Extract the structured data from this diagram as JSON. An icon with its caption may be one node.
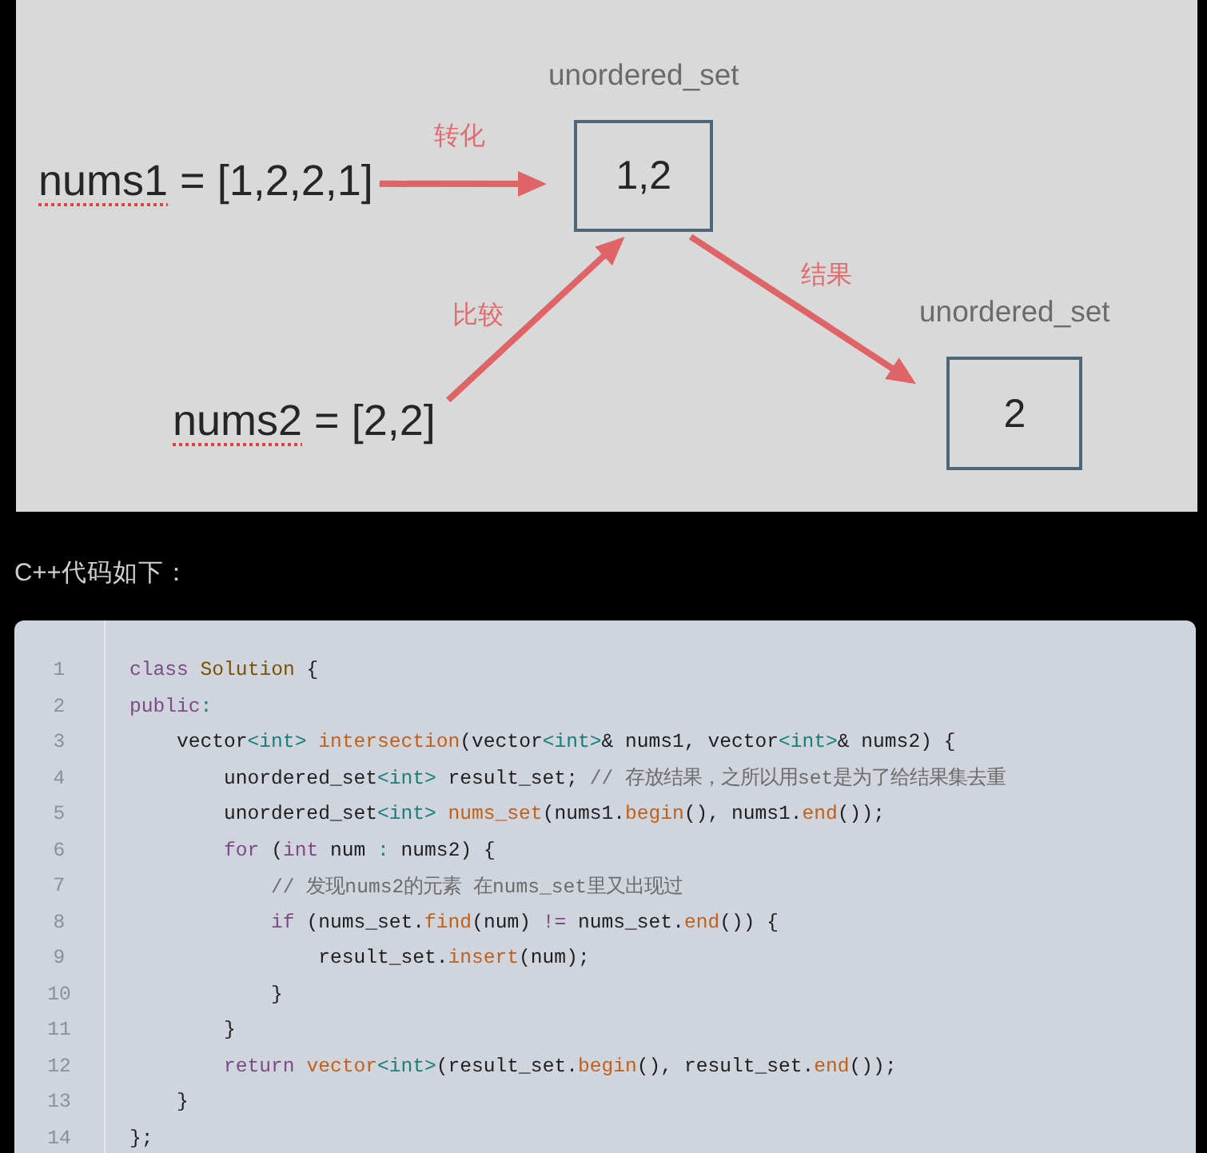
{
  "diagram": {
    "nodes": [
      {
        "text": [
          "nums1 = [1,2,2,1]"
        ]
      },
      {
        "text": [
          "unordered_set",
          "1,2"
        ]
      },
      {
        "text": [
          "nums2 = [2,2]"
        ]
      },
      {
        "text": [
          "unordered_set",
          "2"
        ]
      }
    ],
    "edges": [
      {
        "from": 0,
        "to": 1,
        "arrow": "to",
        "label": "转化"
      },
      {
        "from": 2,
        "to": 1,
        "arrow": "to",
        "label": "比较"
      },
      {
        "from": 1,
        "to": 3,
        "arrow": "to",
        "label": "结果"
      }
    ],
    "labels": [
      "C++代码如下：",
      "1",
      "class Solution {",
      "2",
      "public:",
      "3",
      "    vector<int> intersection(vector<int>& nums1, vector<int>& nums2) {",
      "4",
      "        unordered_set<int> result_set; // 存放结果，之所以用set是为了给结果集去重",
      "5",
      "        unordered_set<int> nums_set(nums1.begin(), nums1.end());",
      "6",
      "        for (int num : nums2) {",
      "7",
      "            // 发现nums2的元素 在nums_set里又出现过",
      "8",
      "            if (nums_set.find(num) != nums_set.end()) {",
      "9",
      "                result_set.insert(num);",
      "10",
      "            }",
      "11",
      "        }",
      "12",
      "        return vector<int>(result_set.begin(), result_set.end());",
      "13",
      "    }",
      "14",
      "};"
    ]
  }
}
